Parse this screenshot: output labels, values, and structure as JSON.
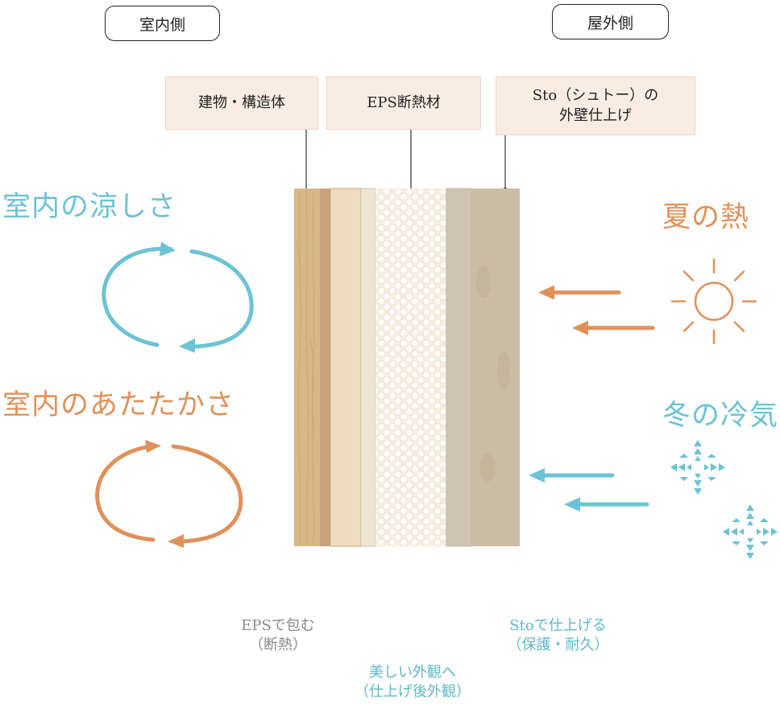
{
  "headers": {
    "indoor": "室内側",
    "outdoor": "屋外側"
  },
  "layer_labels": {
    "structure": "建物・構造体",
    "eps": "EPS断熱材",
    "sto_line1": "Sto（シュトー）の",
    "sto_line2": "外壁仕上げ"
  },
  "left": {
    "cool": "室内の涼しさ",
    "warm": "室内のあたたかさ"
  },
  "right": {
    "summer": "夏の熱",
    "winter": "冬の冷気"
  },
  "captions": {
    "eps_line1": "EPSで包む",
    "eps_line2": "（断熱）",
    "sto_line1": "Stoで仕上げる",
    "sto_line2": "（保護・耐久）",
    "final_line1": "美しい外観へ",
    "final_line2": "（仕上げ後外観）"
  },
  "icons": [
    "sun-icon",
    "snowflake-icon",
    "cycle-arrow-icon",
    "arrow-left-icon"
  ],
  "colors": {
    "teal": "#6cc3d4",
    "orange": "#e0915a",
    "wood": "#d8b68a",
    "eps": "#f7f1e6",
    "render": "#c9b9a0"
  }
}
